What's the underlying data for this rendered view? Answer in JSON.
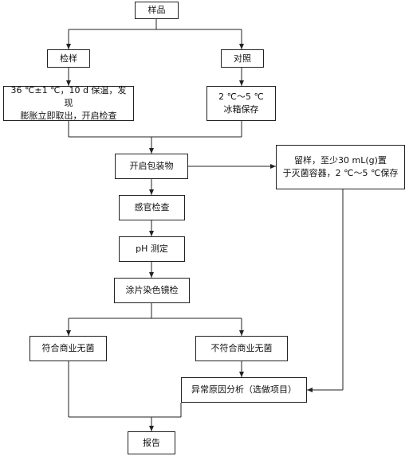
{
  "flowchart": {
    "sample": "样品",
    "inspection_sample": "检样",
    "control": "对照",
    "incubation": "36 ℃±1 ℃，10 d 保温，发现\n膨胀立即取出，开启检查",
    "refrigeration": "2 ℃～5 ℃\n冰箱保存",
    "open_package": "开启包装物",
    "retain_sample": "留样，至少30 mL(g)置\n于灭菌容器，2 ℃～5 ℃保存",
    "sensory_inspection": "感官检查",
    "ph_measurement": "pH 测定",
    "smear_microscopy": "涂片染色镜检",
    "commercially_sterile": "符合商业无菌",
    "not_commercially_sterile": "不符合商业无菌",
    "abnormal_cause_analysis": "异常原因分析（选做项目）",
    "report": "报告"
  }
}
